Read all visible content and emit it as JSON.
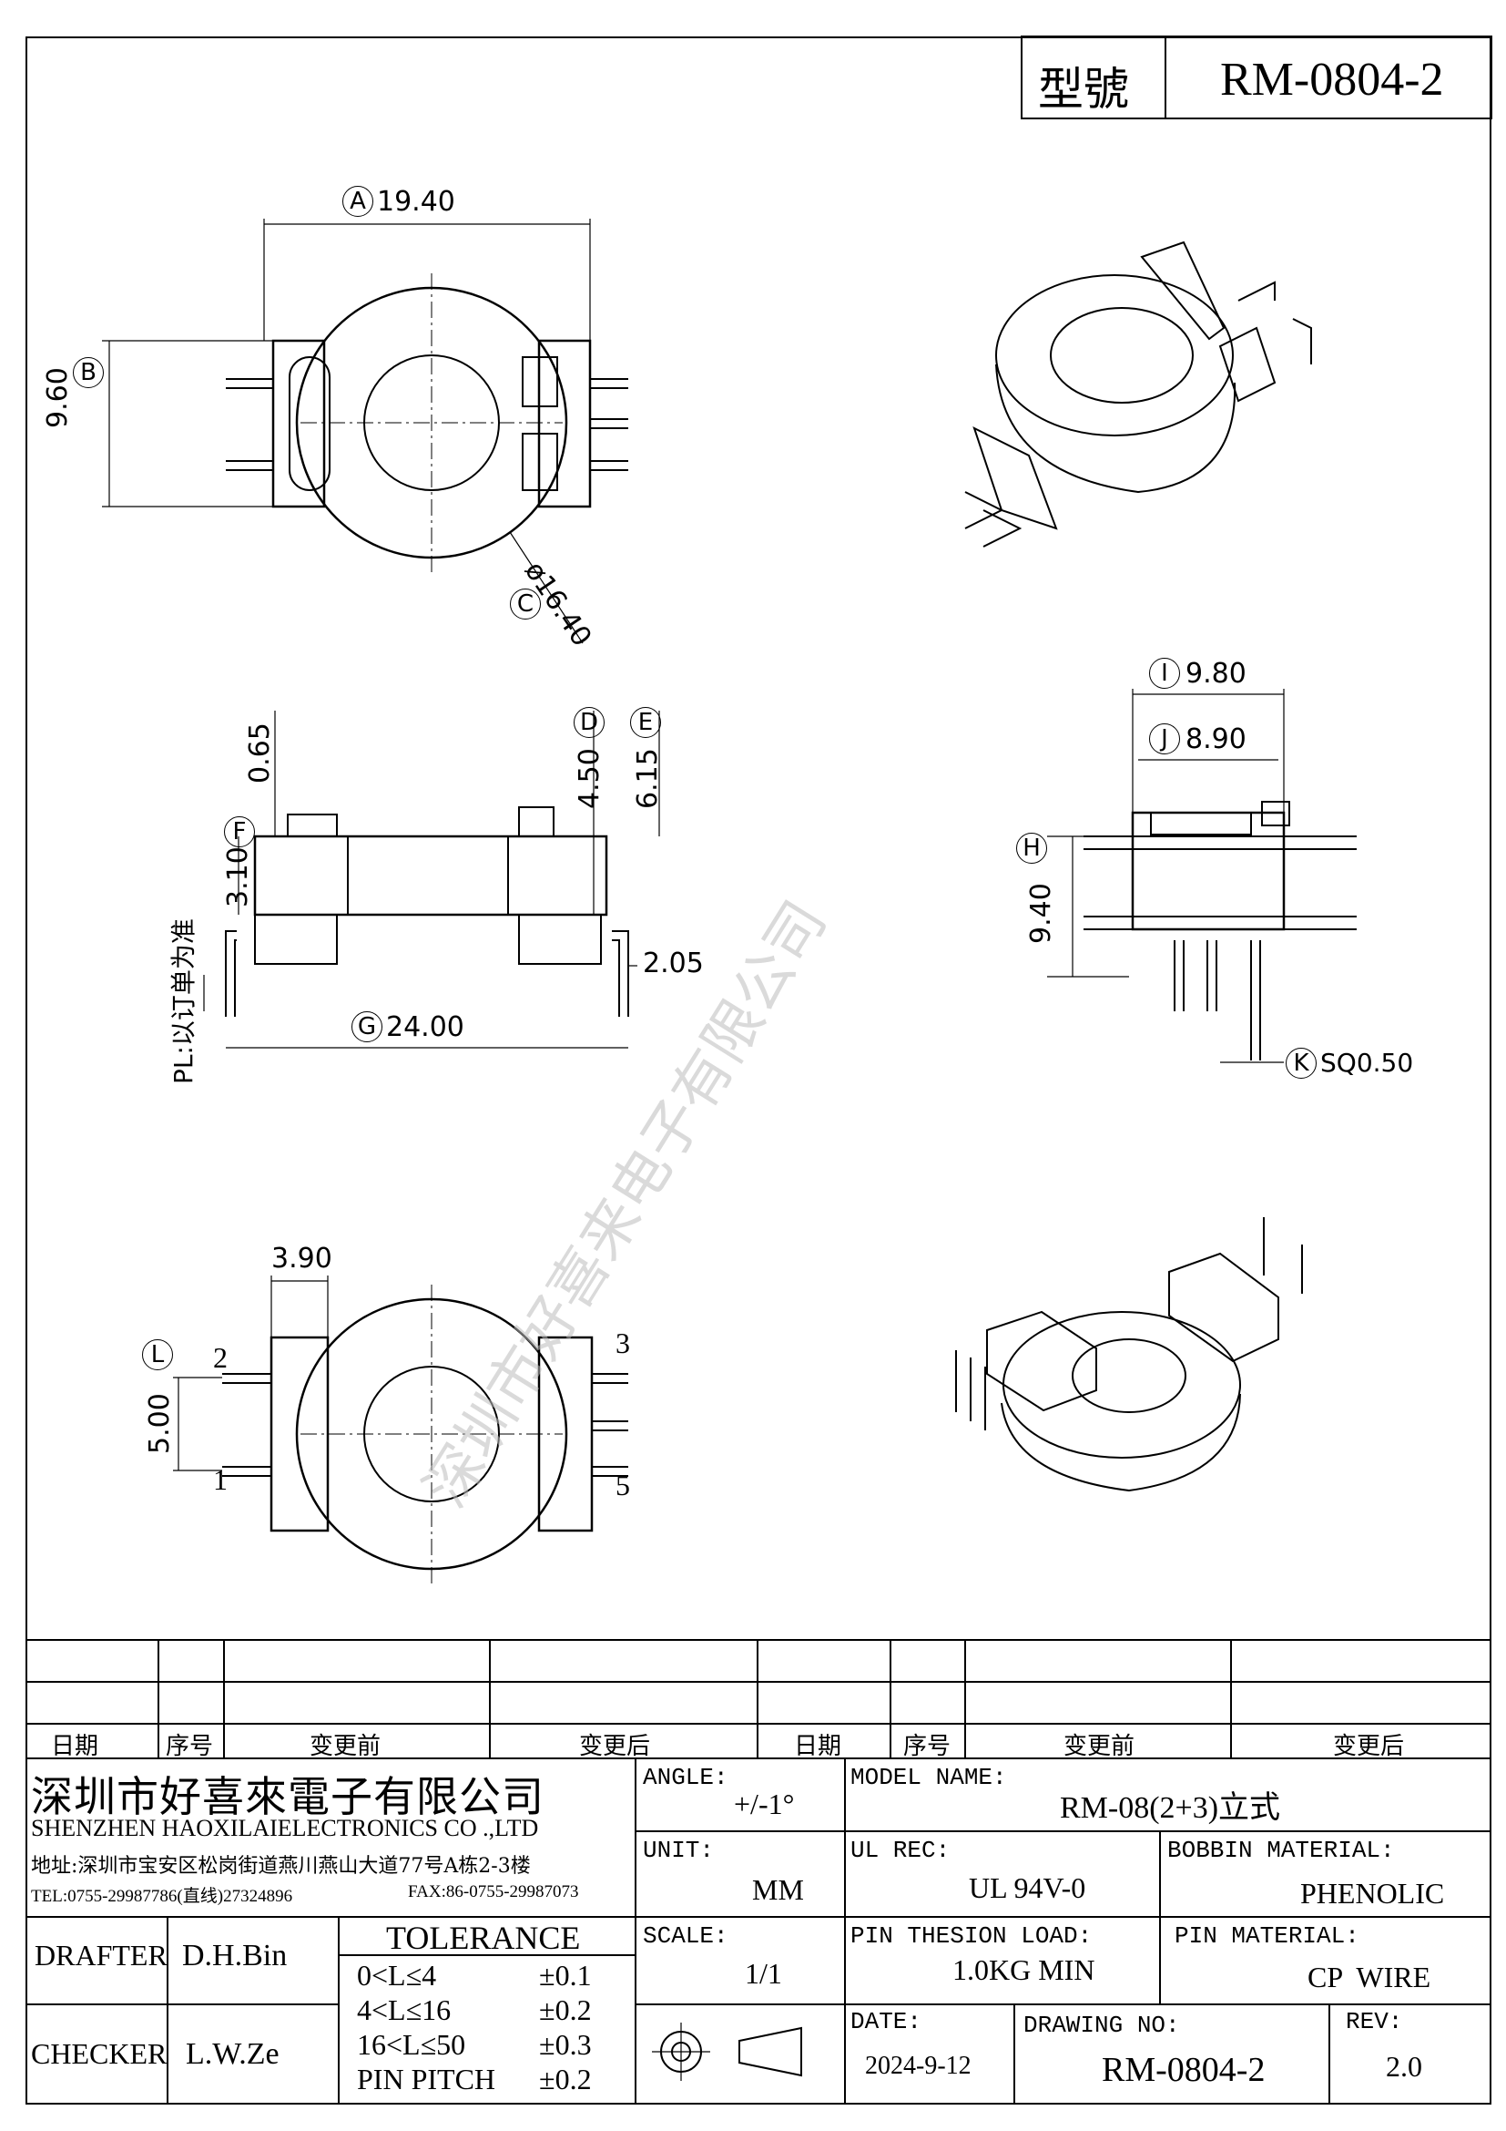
{
  "header": {
    "model_label": "型號",
    "model_value": "RM-0804-2"
  },
  "dimensions": {
    "A": "19.40",
    "B": "9.60",
    "C": "ø16.40",
    "D": "4.50",
    "E": "6.15",
    "F": "3.10",
    "G": "24.00",
    "H": "9.40",
    "I": "9.80",
    "J": "8.90",
    "K": "SQ0.50",
    "L": "5.00",
    "top_pin_clearance": "0.65",
    "pin_offset": "2.05",
    "bottom_width": "3.90"
  },
  "markers": {
    "A": "A",
    "B": "B",
    "C": "C",
    "D": "D",
    "E": "E",
    "F": "F",
    "G": "G",
    "H": "H",
    "I": "I",
    "J": "J",
    "K": "K",
    "L": "L"
  },
  "pl_note": "PL:以订单为准",
  "pin_numbers": [
    "1",
    "2",
    "3",
    "5"
  ],
  "watermark": "深圳市好喜来电子有限公司",
  "revision_table": {
    "headers": [
      "日期",
      "序号",
      "变更前",
      "变更后",
      "日期",
      "序号",
      "变更前",
      "变更后"
    ]
  },
  "company": {
    "name_cn": "深圳市好喜來電子有限公司",
    "name_en": "SHENZHEN HAOXILAIELECTRONICS CO .,LTD",
    "address": "地址:深圳市宝安区松岗街道燕川燕山大道77号A栋2-3楼",
    "tel": "TEL:0755-29987786(直线)27324896",
    "fax": "FAX:86-0755-29987073"
  },
  "people": {
    "drafter_label": "DRAFTER",
    "drafter": "D.H.Bin",
    "checker_label": "CHECKER",
    "checker": "L.W.Ze"
  },
  "tolerance": {
    "title": "TOLERANCE",
    "rows": [
      {
        "range": "0<L≤4",
        "value": "±0.1"
      },
      {
        "range": "4<L≤16",
        "value": "±0.2"
      },
      {
        "range": "16<L≤50",
        "value": "±0.3"
      },
      {
        "range": "PIN PITCH",
        "value": "±0.2"
      }
    ]
  },
  "fields": {
    "angle_label": "ANGLE:",
    "angle": "+/-1°",
    "unit_label": "UNIT:",
    "unit": "MM",
    "scale_label": "SCALE:",
    "scale": "1/1",
    "model_name_label": "MODEL NAME:",
    "model_name": "RM-08(2+3)立式",
    "ul_label": "UL REC:",
    "ul": "UL 94V-0",
    "bobbin_label": "BOBBIN MATERIAL:",
    "bobbin": "PHENOLIC",
    "load_label": "PIN THESION LOAD:",
    "load": "1.0KG MIN",
    "pin_material_label": "PIN MATERIAL:",
    "pin_material": "CP  WIRE",
    "date_label": "DATE:",
    "date": "2024-9-12",
    "drawing_no_label": "DRAWING NO:",
    "drawing_no": "RM-0804-2",
    "rev_label": "REV:",
    "rev": "2.0"
  }
}
